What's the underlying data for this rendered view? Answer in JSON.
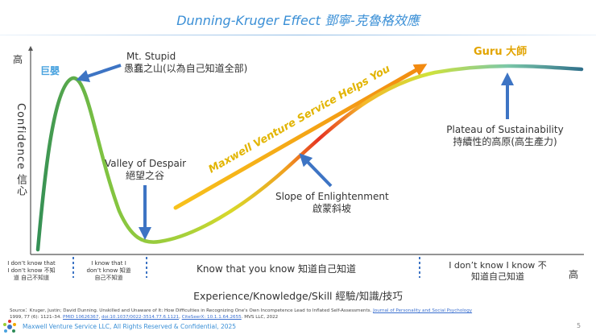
{
  "title": "Dunning-Kruger Effect 鄧寧-克魯格效應",
  "y_axis": {
    "top_label": "高",
    "label": "Confidence  信心"
  },
  "x_axis": {
    "label": "Experience/Knowledge/Skill 經驗/知識/技巧",
    "end_label": "高",
    "mid_label": "Know that you know 知道自己知道"
  },
  "ticks": {
    "t1": "I don’t know that I don’t know 不知道 自己不知道",
    "t2": "I know that I don’t know 知道 自己不知道",
    "t3": "I don’t know I know 不知道自己知道"
  },
  "stages": {
    "baby": "巨嬰",
    "stupid_en": "Mt. Stupid",
    "stupid_zh": "愚蠢之山(以為自己知道全部)",
    "valley_en": "Valley of Despair",
    "valley_zh": "絕望之谷",
    "slope_en": "Slope of Enlightenment",
    "slope_zh": "啟蒙斜坡",
    "plateau_en": "Plateau of Sustainability",
    "plateau_zh": "持續性的高原(高生產力)",
    "guru": "Guru 大師"
  },
  "banner": "Maxwell Venture Service Helps You",
  "source": {
    "text": "Source：Kruger, Justin; David Dunning. Unskilled and Unaware of It: How Difficulties in Recognizing One's Own Incompetence Lead to Inflated Self-Assessments.",
    "journal": "Journal of Personality and Social Psychology",
    "line2a": "1999, 77 (6): 1121–34.",
    "pmid": "PMID 10626367",
    "doi": "doi:10.1037/0022-3514.77.6.1121",
    "citeseer": "CiteSeerX: 10.1.1.64.2655",
    "line2b": ". MVS LLC, 2022"
  },
  "footer": {
    "company": "Maxwell Venture Service LLC, All Rights Reserved & Confidential, 2025",
    "page": "5"
  },
  "colors": {
    "title": "#3a8fd6",
    "arrow": "#3d74c4",
    "baby": "#4aa3df",
    "guru": "#e2a400",
    "banner": "#e2b400",
    "curve_start": "#2e8b57",
    "curve_mid": "#9acd32",
    "curve_peak": "#e53222",
    "curve_end": "#2e6e8a"
  }
}
